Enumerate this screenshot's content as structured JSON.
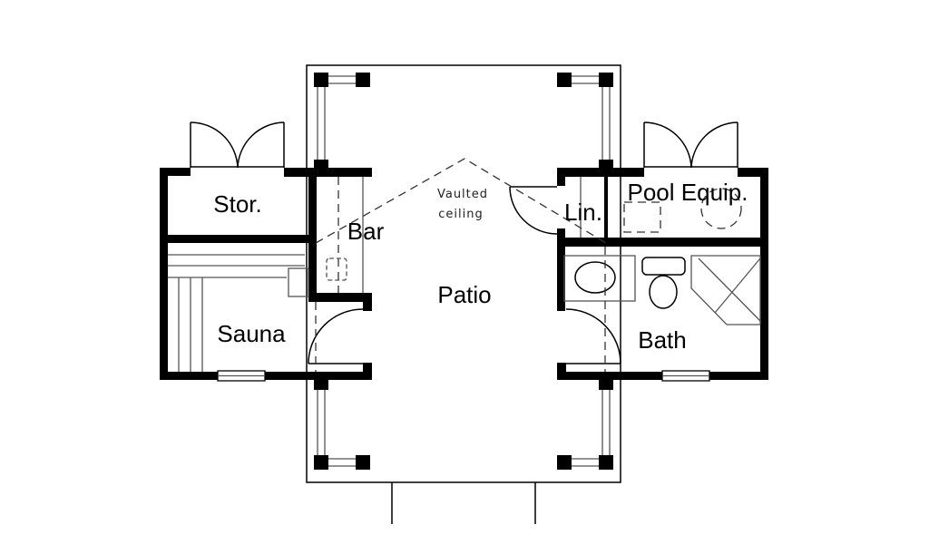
{
  "title": "Pool house floor plan",
  "rooms": {
    "storage": "Stor.",
    "bar": "Bar",
    "sauna": "Sauna",
    "patio": "Patio",
    "linen": "Lin.",
    "pool_equipment": "Pool Equip.",
    "bath": "Bath"
  },
  "notes": {
    "vaulted_line1": "Vaulted",
    "vaulted_line2": "ceiling"
  },
  "colors": {
    "wall": "#000000",
    "background": "#ffffff"
  }
}
